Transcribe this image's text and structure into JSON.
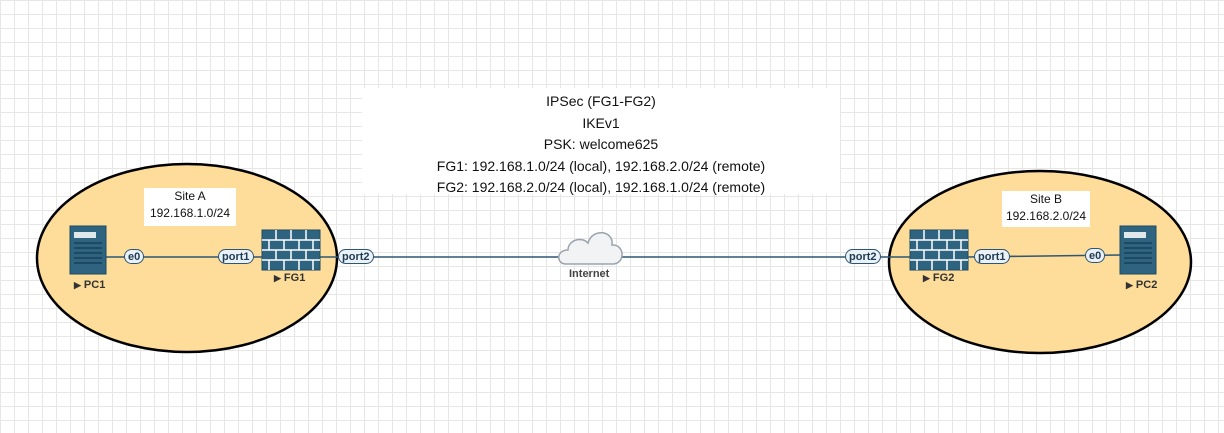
{
  "info": {
    "line1": "IPSec (FG1-FG2)",
    "line2": "IKEv1",
    "line3": "PSK: welcome625",
    "line4": "FG1: 192.168.1.0/24 (local), 192.168.2.0/24 (remote)",
    "line5": "FG2: 192.168.2.0/24 (local), 192.168.1.0/24 (remote)"
  },
  "siteA": {
    "name": "Site A",
    "subnet": "192.168.1.0/24"
  },
  "siteB": {
    "name": "Site B",
    "subnet": "192.168.2.0/24"
  },
  "nodes": {
    "pc1": "PC1",
    "fg1": "FG1",
    "fg2": "FG2",
    "pc2": "PC2",
    "internet": "Internet"
  },
  "ports": {
    "pc1_e0": "e0",
    "fg1_port1": "port1",
    "fg1_port2": "port2",
    "fg2_port2": "port2",
    "fg2_port1": "port1",
    "pc2_e0": "e0"
  },
  "colors": {
    "site_fill": "#fedc9a",
    "device": "#2f6480",
    "device_dark": "#1d4a62",
    "link": "#2d5673"
  },
  "icons": {
    "pc": "server-tower-icon",
    "firewall": "firewall-brick-icon",
    "internet": "cloud-icon"
  }
}
